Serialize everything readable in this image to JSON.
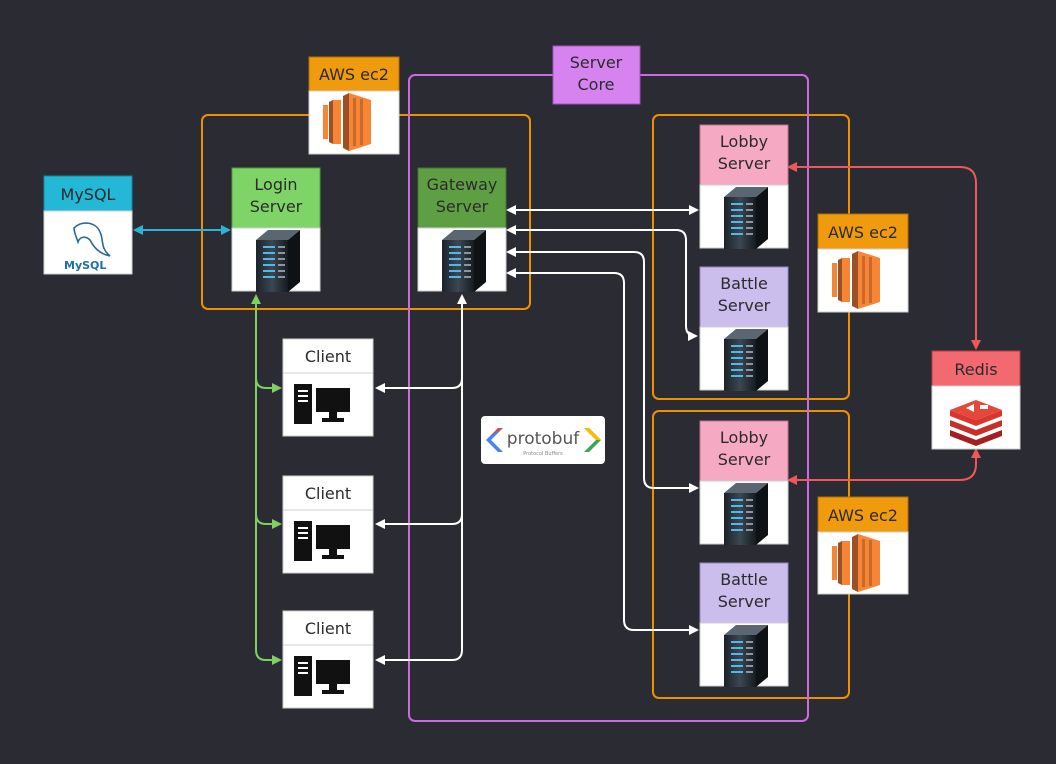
{
  "groups": {
    "server_core": "Server Core"
  },
  "aws": [
    {
      "label": "AWS ec2"
    },
    {
      "label": "AWS ec2"
    },
    {
      "label": "AWS ec2"
    }
  ],
  "nodes": {
    "mysql": {
      "label": "MySQL",
      "logo_text": "MySQL"
    },
    "login": {
      "label": "Login Server"
    },
    "gateway": {
      "label": "Gateway Server"
    },
    "lobby1": {
      "label": "Lobby Server"
    },
    "battle1": {
      "label": "Battle Server"
    },
    "lobby2": {
      "label": "Lobby Server"
    },
    "battle2": {
      "label": "Battle Server"
    },
    "redis": {
      "label": "Redis"
    },
    "clients": [
      {
        "label": "Client"
      },
      {
        "label": "Client"
      },
      {
        "label": "Client"
      }
    ]
  },
  "protobuf": {
    "name": "protobuf",
    "tagline": "Protocol Buffers"
  },
  "colors": {
    "background": "#2b2c33",
    "aws_orange": "#ee9000",
    "server_core_purple": "#cc6be0",
    "mysql_header": "#22b8d6",
    "login_header": "#7fd467",
    "gateway_header": "#5f9f43",
    "lobby_header": "#f5a9c2",
    "battle_header": "#cbbdec",
    "redis_header": "#f26a70",
    "mysql_link": "#2ab4d9",
    "client_link": "#7fd060",
    "redis_link": "#f0575a",
    "internal_link": "#ffffff"
  }
}
